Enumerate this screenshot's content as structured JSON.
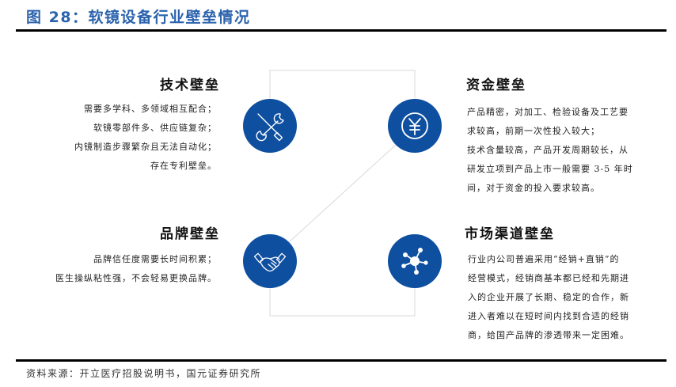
{
  "figure": {
    "title": "图 28：软镜设备行业壁垒情况",
    "source": "资料来源：开立医疗招股说明书，国元证券研究所"
  },
  "colors": {
    "title": "#2a62ad",
    "circle_fill": "#0e4fa0",
    "icon_stroke": "#ffffff",
    "connector": "#d9d9d9",
    "rule": "#000000"
  },
  "barriers": [
    {
      "id": "tech",
      "title": "技术壁垒",
      "icon": "tools-icon",
      "position": "top-left",
      "lines": [
        "需要多学科、多领域相互配合；",
        "软镜零部件多、供应链复杂；",
        "内镜制造步骤繁杂且无法自动化；",
        "存在专利壁垒。"
      ]
    },
    {
      "id": "capital",
      "title": "资金壁垒",
      "icon": "yuan-coin-icon",
      "position": "top-right",
      "lines": [
        "产品精密，对加工、检验设备及工艺要",
        "求较高，前期一次性投入较大；",
        "技术含量较高，产品开发周期较长，从",
        "研发立项到产品上市一般需要 3-5 年时",
        "间，对于资金的投入要求较高。"
      ]
    },
    {
      "id": "brand",
      "title": "品牌壁垒",
      "icon": "handshake-icon",
      "position": "bottom-left",
      "lines": [
        "品牌信任度需要长时间积累；",
        "医生操纵粘性强，不会轻易更换品牌。"
      ]
    },
    {
      "id": "channel",
      "title": "市场渠道壁垒",
      "icon": "network-icon",
      "position": "bottom-right",
      "lines": [
        "行业内公司普遍采用“经销+直销”的",
        "经营模式，经销商基本都已经和先期进",
        "入的企业开展了长期、稳定的合作，新",
        "进入者难以在短时间内找到合适的经销",
        "商，给国产品牌的渗透带来一定困难。"
      ]
    }
  ]
}
